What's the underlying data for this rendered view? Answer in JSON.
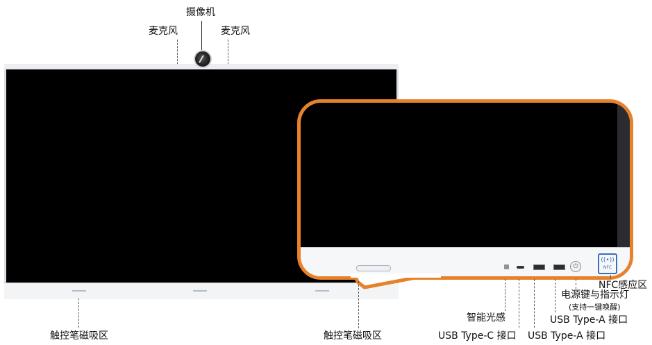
{
  "labels": {
    "camera": "摄像机",
    "mic_left": "麦克风",
    "mic_right": "麦克风",
    "pen_zone_left": "触控笔磁吸区",
    "pen_zone_mid": "触控笔磁吸区",
    "light_sensor": "智能光感",
    "usb_c": "USB Type-C 接口",
    "usb_a_1": "USB Type-A 接口",
    "usb_a_2": "USB Type-A 接口",
    "power": "电源键与指示灯",
    "power_note": "(支持一键唤醒)",
    "nfc": "NFC感应区",
    "nfc_badge": "NFC"
  },
  "colors": {
    "callout_border": "#e8812b",
    "nfc_accent": "#3b6fb6",
    "screen": "#000000"
  },
  "icons": {
    "power": "power-icon",
    "nfc": "nfc-icon",
    "camera": "camera-icon"
  }
}
